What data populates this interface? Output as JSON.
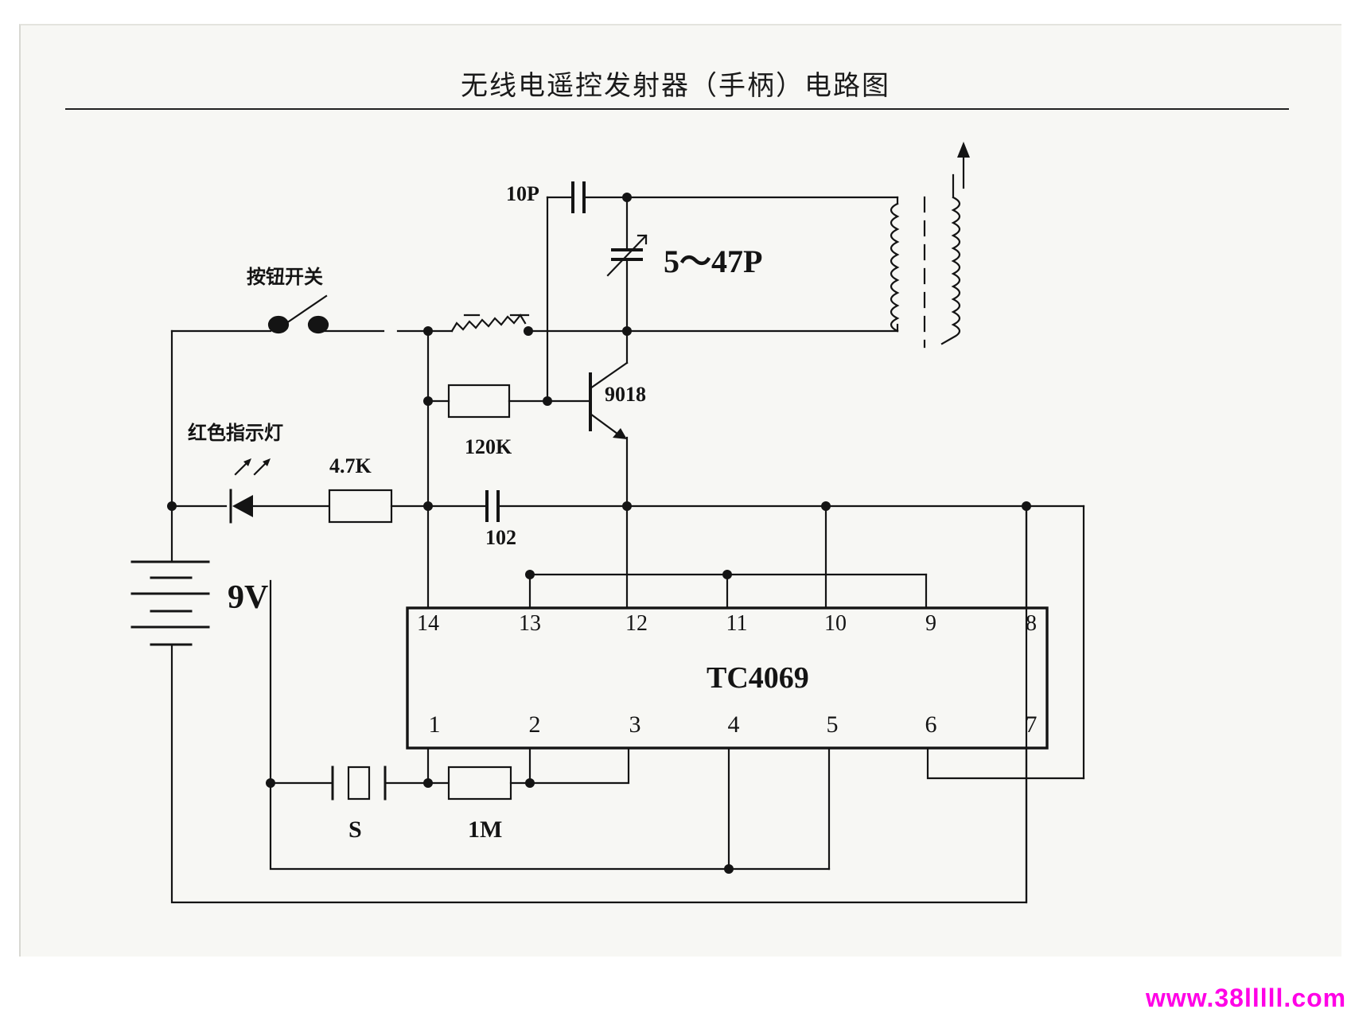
{
  "title": "无线电遥控发射器（手柄）电路图",
  "labels": {
    "cap_10p": "10P",
    "varcap": "5～47P",
    "switch": "按钮开关",
    "transistor": "9018",
    "r_120k": "120K",
    "led": "红色指示灯",
    "r_4k7": "4.7K",
    "cap_102": "102",
    "battery": "9V",
    "ic": "TC4069",
    "crystal": "S",
    "r_1m": "1M"
  },
  "ic_pins_top": [
    "14",
    "13",
    "12",
    "11",
    "10",
    "9",
    "8"
  ],
  "ic_pins_bottom": [
    "1",
    "2",
    "3",
    "4",
    "5",
    "6",
    "7"
  ],
  "watermark": "www.38lllll.com",
  "colors": {
    "ink": "#141414",
    "paper": "#f7f7f4",
    "watermark": "#ff00e6"
  }
}
